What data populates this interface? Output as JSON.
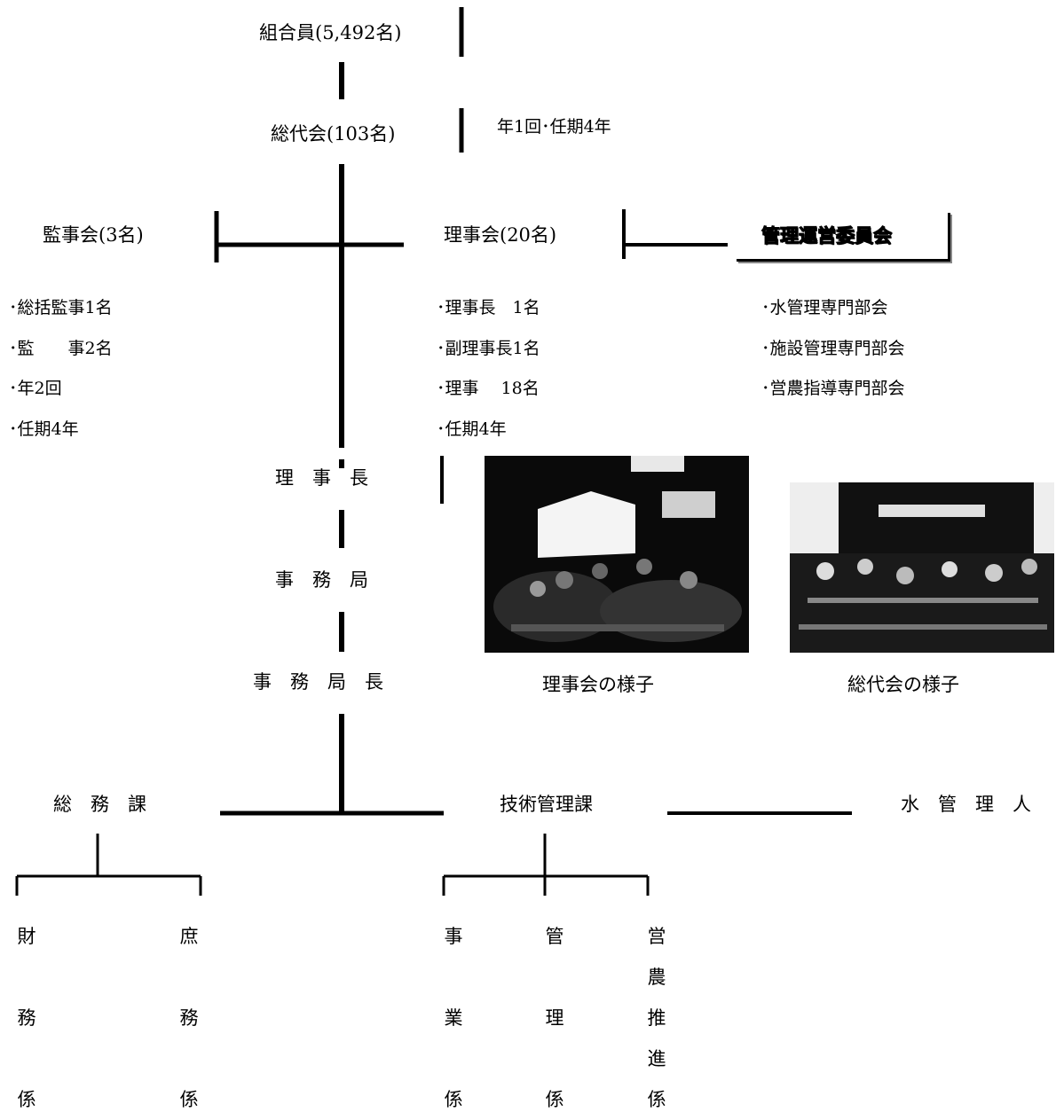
{
  "top": {
    "members": "組合員(5,492名)",
    "assembly": "総代会(103名)",
    "assembly_note": "年1回･任期4年"
  },
  "auditors": {
    "title": "監事会(3名)",
    "items": [
      "･総括監事1名",
      "･監　　事2名",
      "･年2回",
      "･任期4年"
    ]
  },
  "board": {
    "title": "理事会(20名)",
    "items": [
      "･理事長　1名",
      "･副理事長1名",
      "･理事　 18名",
      "･任期4年"
    ]
  },
  "committee": {
    "title": "管理運営委員会",
    "items": [
      "･水管理専門部会",
      "･施設管理専門部会",
      "･営農指導専門部会"
    ]
  },
  "chain": {
    "chairman": "理　事　長",
    "secretariat": "事　務　局",
    "secretariat_head": "事　務　局　長"
  },
  "photos": {
    "board_caption": "理事会の様子",
    "assembly_caption": "総代会の様子"
  },
  "sections": {
    "general_affairs": "総　務　課",
    "technical": "技術管理課",
    "water_manager": "水　管　理　人"
  },
  "units": {
    "finance": "財務係",
    "clerical": "庶務係",
    "operations": "事業係",
    "management": "管理係",
    "farming": "営農推進係"
  }
}
